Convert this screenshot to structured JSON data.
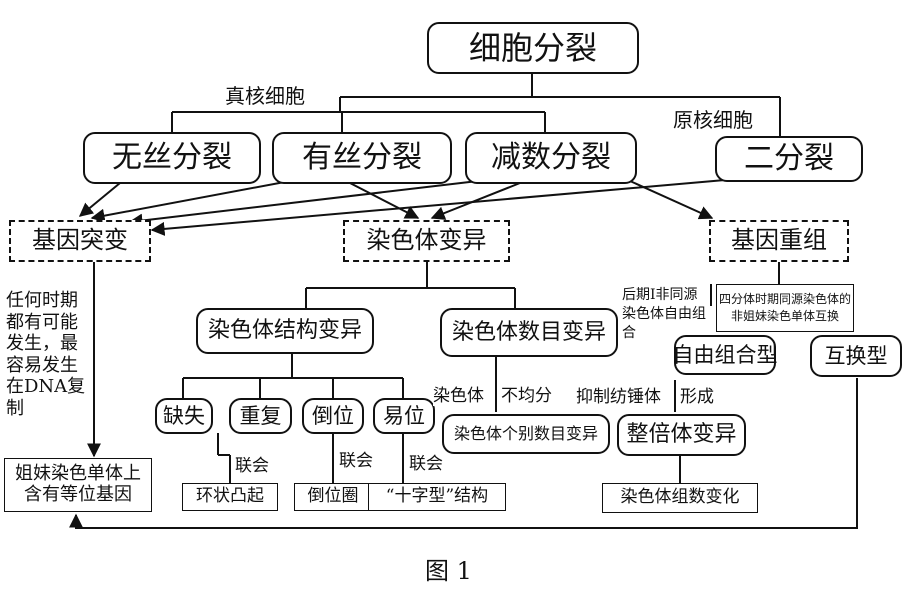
{
  "root": "细胞分裂",
  "branch_labels": {
    "eukaryote": "真核细胞",
    "prokaryote": "原核细胞"
  },
  "division_types": [
    "无丝分裂",
    "有丝分裂",
    "减数分裂",
    "二分裂"
  ],
  "variation_types": [
    "基因突变",
    "染色体变异",
    "基因重组"
  ],
  "mutation_note": "任何时期都有可能发生，最容易发生在DNA复制",
  "mutation_result": "姐妹染色单体上含有等位基因",
  "chromosome_variation": {
    "structural": "染色体结构变异",
    "numerical": "染色体数目变异",
    "structural_types": [
      "缺失",
      "重复",
      "倒位",
      "易位"
    ],
    "synapsis_label": "联会",
    "structural_results": [
      "环状凸起",
      "倒位圈",
      "“十字型”结构"
    ],
    "numerical_labels": {
      "chromosome": "染色体",
      "uneven": "不均分",
      "inhibit": "抑制纺锤体",
      "form": "形成"
    },
    "numerical_types": [
      "染色体个别数目变异",
      "整倍体变异"
    ],
    "euploid_result": "染色体组数变化"
  },
  "recombination": {
    "free_note": "后期Ⅰ非同源染色体自由组合",
    "crossover_note": "四分体时期同源染色体的非姐妹染色单体互换",
    "types": [
      "自由组合型",
      "互换型"
    ]
  },
  "caption": "图 1"
}
